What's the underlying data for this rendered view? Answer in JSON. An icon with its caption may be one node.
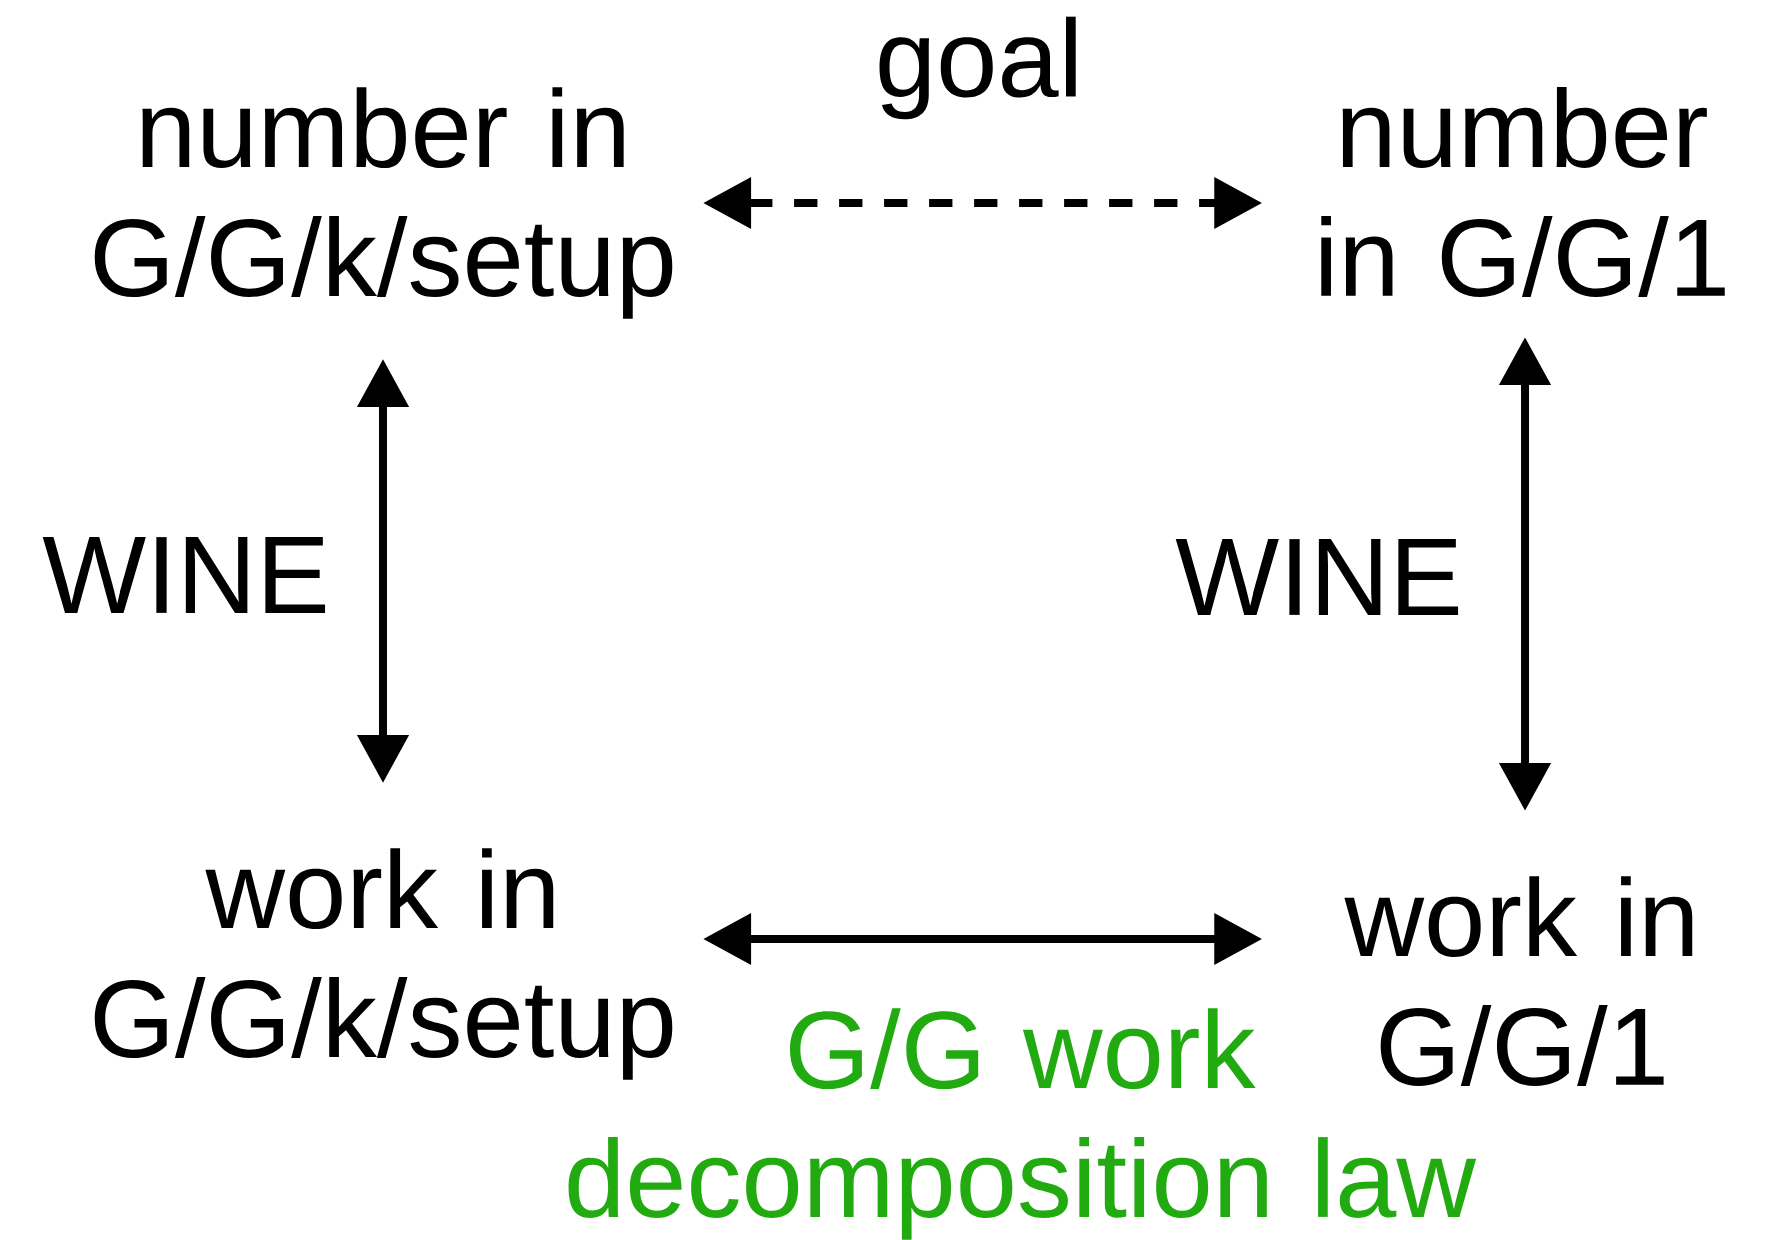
{
  "diagram": {
    "nodes": [
      {
        "text": [
          "number in G/G/k/setup"
        ]
      },
      {
        "text": [
          "number in G/G/1"
        ]
      },
      {
        "text": [
          "work in G/G/k/setup"
        ]
      },
      {
        "text": [
          "work in G/G/1"
        ]
      }
    ],
    "edges": [
      {
        "from": 0,
        "to": 1,
        "arrow": "both",
        "style": "dashed",
        "label": "goal"
      },
      {
        "from": 0,
        "to": 2,
        "arrow": "both",
        "label": "WINE"
      },
      {
        "from": 1,
        "to": 3,
        "arrow": "both",
        "label": "WINE"
      },
      {
        "from": 2,
        "to": 3,
        "arrow": "both",
        "label": "G/G work decomposition law"
      }
    ]
  }
}
